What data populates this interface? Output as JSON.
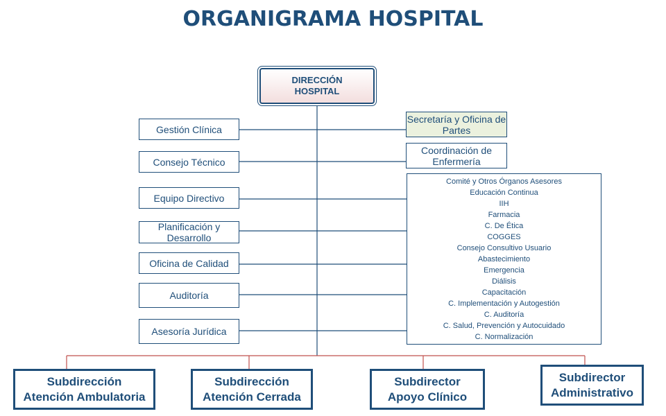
{
  "title": "ORGANIGRAMA HOSPITAL",
  "direccion": {
    "line1": "DIRECCIÓN",
    "line2": "HOSPITAL"
  },
  "left_units": [
    "Gestión Clínica",
    "Consejo Técnico",
    "Equipo Directivo",
    "Planificación y Desarrollo",
    "Oficina de Calidad",
    "Auditoría",
    "Asesoría Jurídica"
  ],
  "right_units": {
    "secretaria": "Secretaría y Oficina de Partes",
    "coordinacion": "Coordinación de Enfermería",
    "committees": [
      "Comité y Otros Órganos Asesores",
      "Educación Continua",
      "IIH",
      "Farmacia",
      "C. De Ética",
      "COGGES",
      "Consejo Consultivo Usuario",
      "Abastecimiento",
      "Emergencia",
      "Diálisis",
      "Capacitación",
      "C. Implementación y Autogestión",
      "C. Auditoría",
      "C. Salud, Prevención y Autocuidado",
      "C. Normalización"
    ]
  },
  "subdirections": [
    {
      "line1": "Subdirección",
      "line2": "Atención Ambulatoria"
    },
    {
      "line1": "Subdirección",
      "line2": "Atención Cerrada"
    },
    {
      "line1": "Subdirector",
      "line2": "Apoyo Clínico"
    },
    {
      "line1": "Subdirector",
      "line2": "Administrativo"
    }
  ],
  "colors": {
    "text": "#1f4e79",
    "connector": "#c0504d",
    "secretaria_fill": "#ebf1de"
  }
}
